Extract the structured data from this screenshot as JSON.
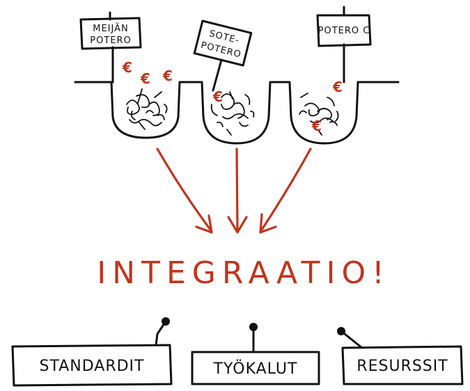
{
  "signs": {
    "left": {
      "line1": "MEIJÄN",
      "line2": "POTERO"
    },
    "middle": {
      "line1": "SOTE-",
      "line2": "POTERO"
    },
    "right": {
      "line1": "POTERO C"
    }
  },
  "euro_symbol": "€",
  "headline": "INTEGRAATIO!",
  "boxes": {
    "standards": "STANDARDIT",
    "tools": "TYÖKALUT",
    "resources": "RESURSSIT"
  },
  "colors": {
    "accent": "#c0341d",
    "ink": "#111111"
  }
}
